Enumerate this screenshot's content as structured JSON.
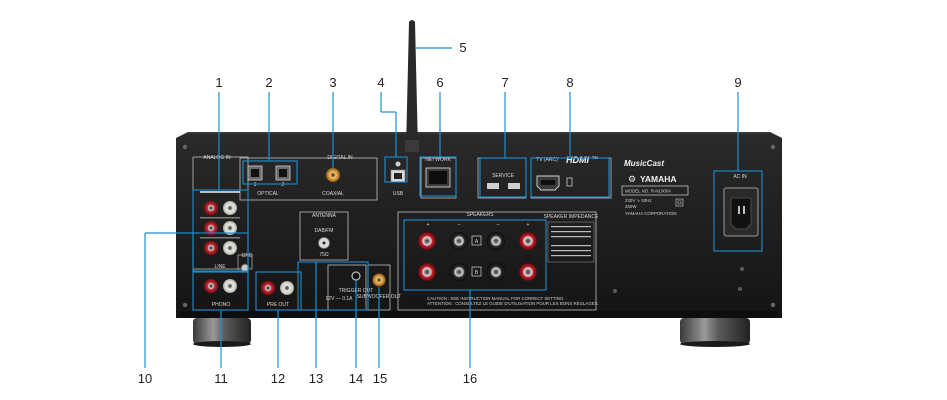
{
  "callouts": [
    {
      "id": "1"
    },
    {
      "id": "2"
    },
    {
      "id": "3"
    },
    {
      "id": "4"
    },
    {
      "id": "5"
    },
    {
      "id": "6"
    },
    {
      "id": "7"
    },
    {
      "id": "8"
    },
    {
      "id": "9"
    },
    {
      "id": "10"
    },
    {
      "id": "11"
    },
    {
      "id": "12"
    },
    {
      "id": "13"
    },
    {
      "id": "14"
    },
    {
      "id": "15"
    },
    {
      "id": "16"
    }
  ],
  "panel": {
    "analog_in": "ANALOG IN",
    "digital_in": "DIGITAL IN",
    "optical": "OPTICAL",
    "optical_1": "1",
    "optical_2": "2",
    "coaxial": "COAXIAL",
    "usb": "USB",
    "network": "NETWORK",
    "service": "SERVICE",
    "tv_arc": "TV (ARC)",
    "hdmi_logo": "HDMI",
    "musiccast": "MusicCast",
    "yamaha": "YAMAHA",
    "model_no": "MODEL NO. R-N1000A",
    "power_rating_1": "230V ∿ 50Hz",
    "power_rating_2": "250W",
    "corporation": "YAMAHA CORPORATION",
    "ac_in": "AC IN",
    "antenna": "ANTENNA",
    "dab_fm": "DAB/FM",
    "ohm_75": "75Ω",
    "speakers": "SPEAKERS",
    "speaker_impedance": "SPEAKER IMPEDANCE",
    "sp_a": "A",
    "sp_b": "B",
    "line": "LINE",
    "phono": "PHONO",
    "gnd": "GND",
    "pre_out": "PRE OUT",
    "trigger_out": "TRIGGER OUT",
    "trigger_spec": "12V — 0.1A",
    "subwoofer_out": "SUBWOOFER OUT",
    "caution_1": "CAUTION : SEE INSTRUCTION MANUAL FOR CORRECT SETTING.",
    "caution_2": "ATTENTION : CONSULTEZ LE GUIDE D'UTILISATION POUR LES BONS RÉGLAGES."
  },
  "colors": {
    "callout": "#1a8fd0",
    "chassis": "#1c1c1c",
    "rca_red": "#c8202a",
    "rca_white": "#e8e8e0",
    "coax_orange": "#d88a2a",
    "label_text": "#222222"
  }
}
